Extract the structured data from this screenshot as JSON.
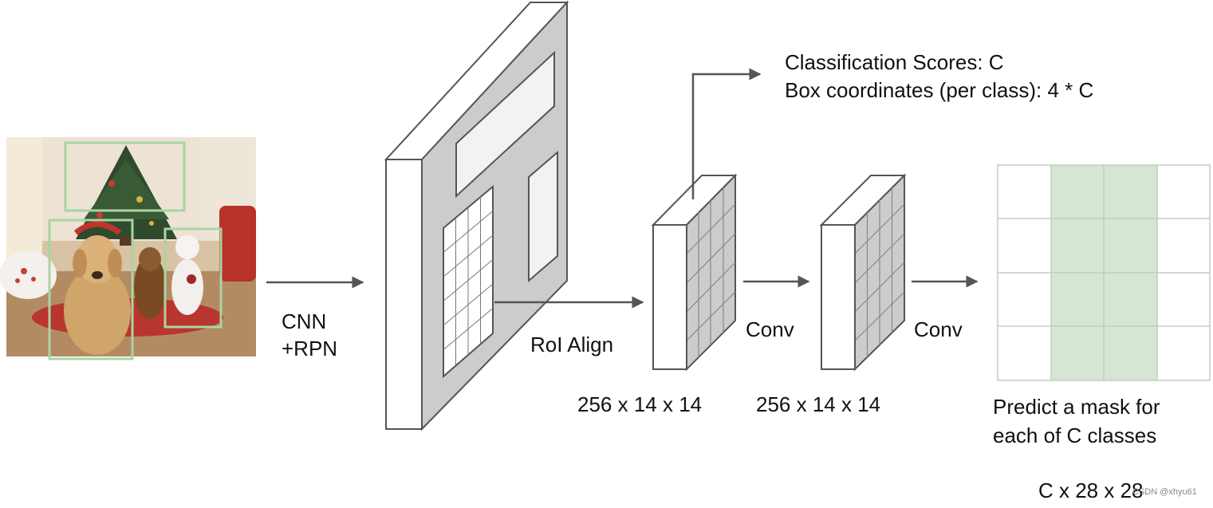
{
  "input_image": {
    "description_icon": "photo-of-dogs-cat-christmas-tree"
  },
  "labels": {
    "cnn_line1": "CNN",
    "cnn_line2": "+RPN",
    "roi_align": "RoI Align",
    "conv1": "Conv",
    "conv2": "Conv",
    "dims1": "256 x 14 x 14",
    "dims2": "256 x 14 x 14",
    "class_scores": "Classification Scores: C",
    "box_coords": "Box coordinates (per class): 4 * C",
    "predict_line1": "Predict a mask for",
    "predict_line2": "each of C classes",
    "mask_dims": "C x 28 x 28",
    "watermark": "CSDN @xhyu61"
  },
  "colors": {
    "arrow": "#555555",
    "feature_face": "#cccccc",
    "bbox": "#a8d5a2",
    "mask_fill": "#d5e6d3",
    "grid_line": "#c8c8c8"
  }
}
